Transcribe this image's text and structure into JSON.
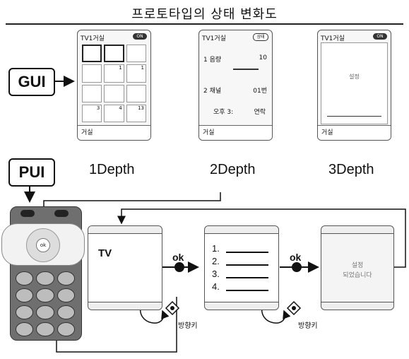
{
  "title": "프로토타입의 상태 변화도",
  "gui_label": "GUI",
  "pui_label": "PUI",
  "depth_labels": [
    "1Depth",
    "2Depth",
    "3Depth"
  ],
  "screens": {
    "gui1": {
      "header": "TV1거실",
      "badge": "ON",
      "footer": "거실",
      "cells": [
        "",
        "",
        "",
        "",
        "1",
        "1",
        "",
        "",
        "",
        "3",
        "4",
        "13"
      ]
    },
    "gui2": {
      "header": "TV1거실",
      "badge": "상태",
      "footer": "거실",
      "rows": [
        {
          "num": "1",
          "label": "음량",
          "value": "10"
        },
        {
          "num": "2",
          "label": "채널",
          "value": "01번"
        },
        {
          "num": "",
          "label": "오후 3:",
          "value": "연락"
        }
      ]
    },
    "gui3": {
      "header": "TV1거실",
      "badge": "ON",
      "footer": "거실",
      "lines": [
        "설정"
      ]
    }
  },
  "flow": {
    "screen1_label": "TV",
    "ok_label_1": "ok",
    "ok_label_2": "ok",
    "list_items": [
      "1.",
      "2.",
      "3.",
      "4."
    ],
    "screen3_lines": [
      "설정",
      "되었습니다"
    ],
    "bangkey_1": "방향키",
    "bangkey_2": "방향키",
    "remote_center": "ok"
  }
}
